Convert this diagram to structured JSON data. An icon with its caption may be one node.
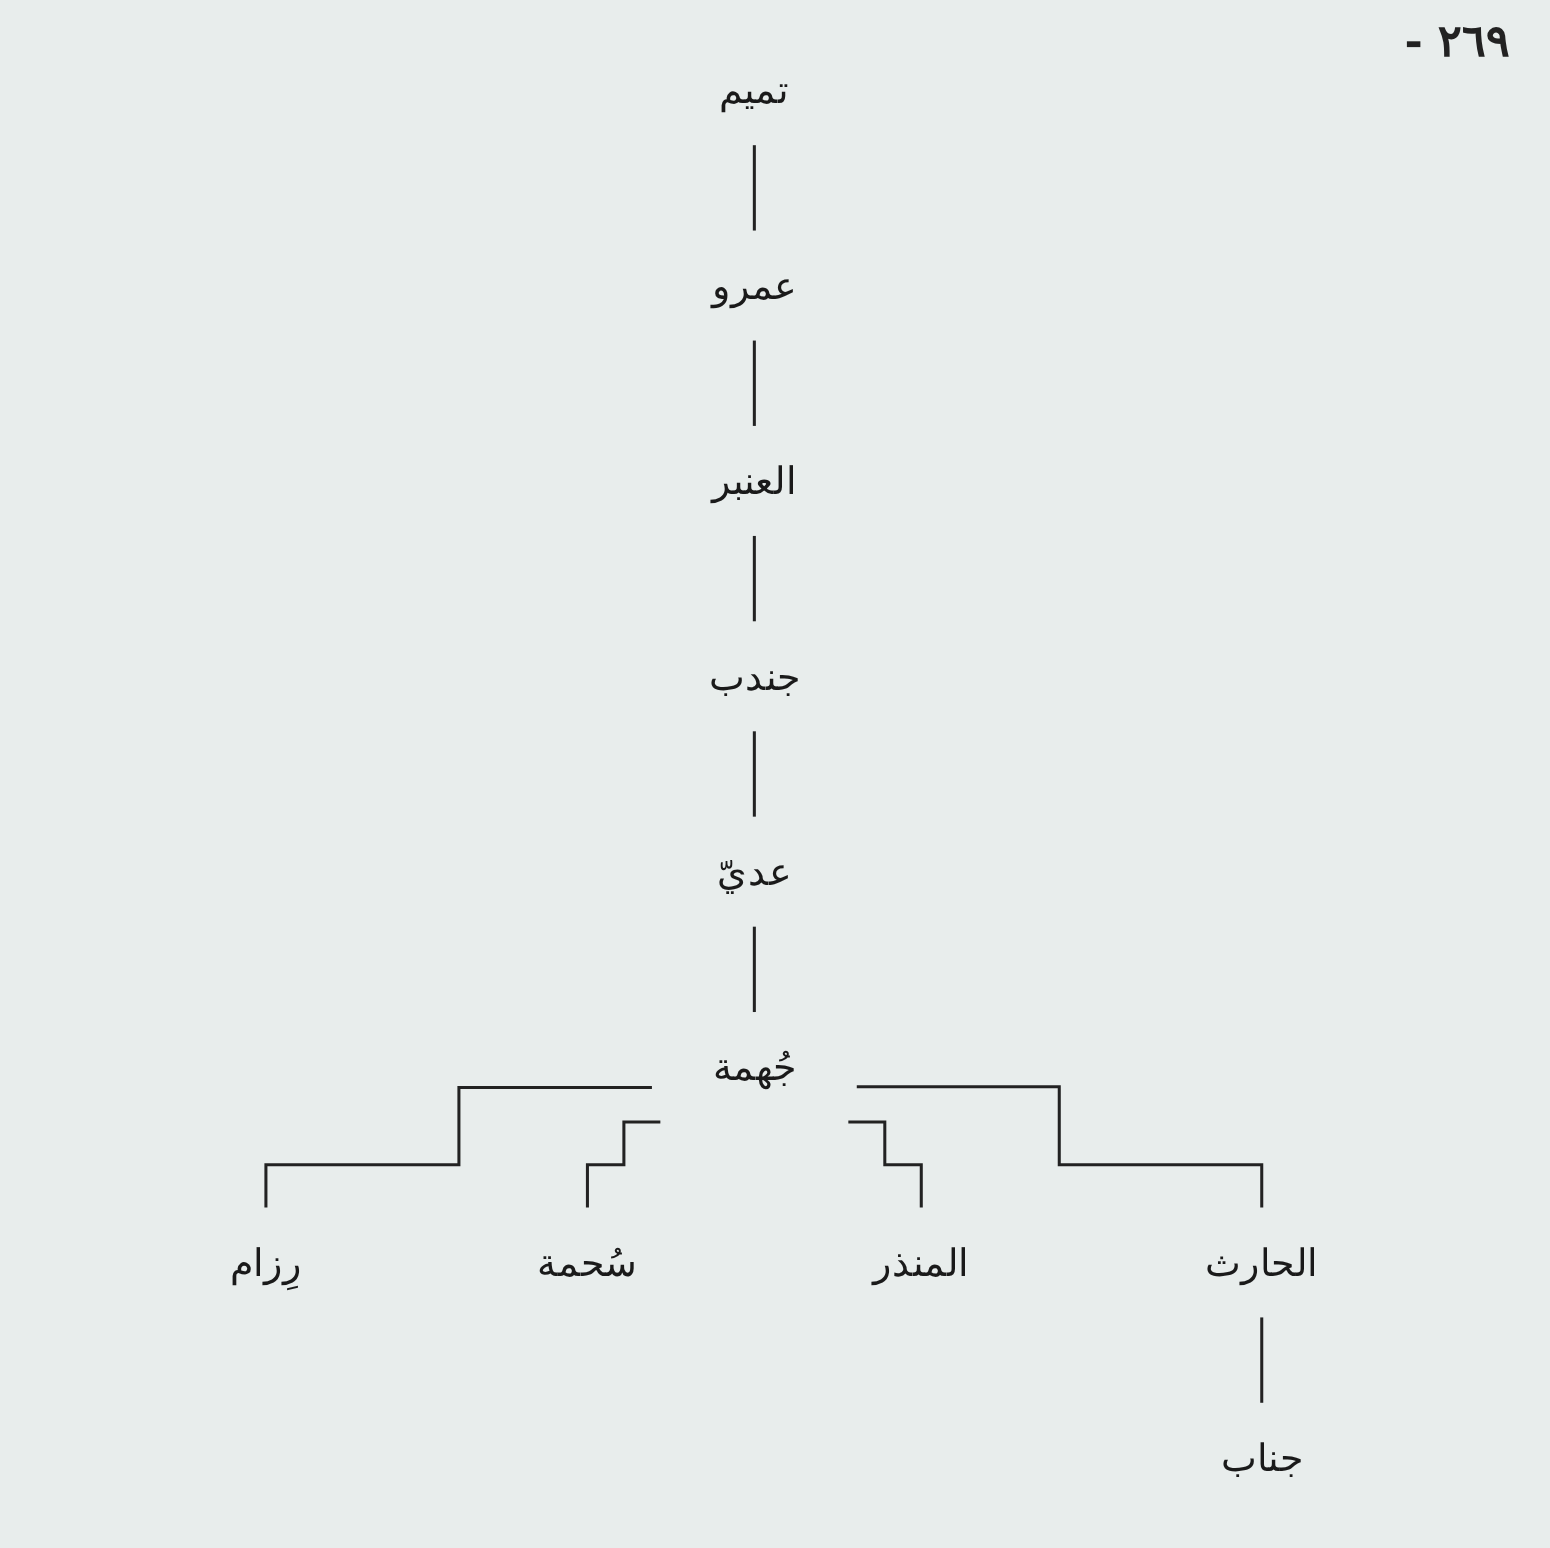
{
  "diagram": {
    "nodes": [
      {
        "text": [
          "تميم"
        ]
      },
      {
        "text": [
          "عمرو"
        ]
      },
      {
        "text": [
          "العنبر"
        ]
      },
      {
        "text": [
          "جندب"
        ]
      },
      {
        "text": [
          "عديّ"
        ]
      },
      {
        "text": [
          "جُهمة"
        ]
      },
      {
        "text": [
          "الحارث"
        ]
      },
      {
        "text": [
          "المنذر"
        ]
      },
      {
        "text": [
          "سُحمة"
        ]
      },
      {
        "text": [
          "رِزام"
        ]
      },
      {
        "text": [
          "جناب"
        ]
      }
    ],
    "edges": [
      {
        "from": 0,
        "to": 1,
        "arrow": "none"
      },
      {
        "from": 1,
        "to": 2,
        "arrow": "none"
      },
      {
        "from": 2,
        "to": 3,
        "arrow": "none"
      },
      {
        "from": 3,
        "to": 4,
        "arrow": "none"
      },
      {
        "from": 4,
        "to": 5,
        "arrow": "none"
      },
      {
        "from": 5,
        "to": 6,
        "arrow": "none"
      },
      {
        "from": 5,
        "to": 7,
        "arrow": "none"
      },
      {
        "from": 5,
        "to": 8,
        "arrow": "none"
      },
      {
        "from": 5,
        "to": 9,
        "arrow": "none"
      },
      {
        "from": 6,
        "to": 10,
        "arrow": "none"
      }
    ],
    "labels": [
      "- ٢٦٩"
    ]
  }
}
